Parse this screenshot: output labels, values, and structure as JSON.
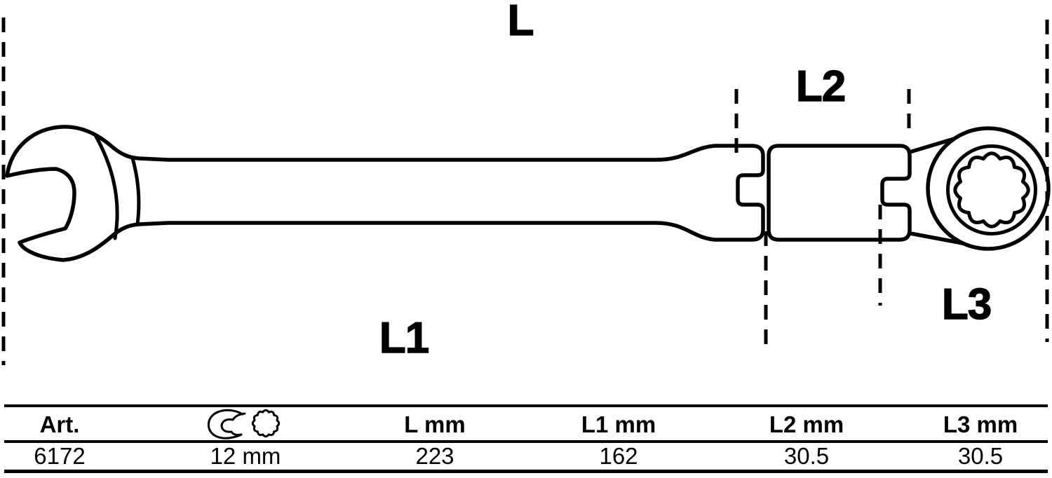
{
  "diagram": {
    "type": "technical-drawing",
    "subject": "flexible-head ratchet combination wrench",
    "line_color": "#000000",
    "background": "#ffffff",
    "dimension_labels": {
      "l": "L",
      "l1": "L1",
      "l2": "L2",
      "l3": "L3"
    }
  },
  "table": {
    "columns": [
      {
        "key": "art",
        "label": "Art."
      },
      {
        "key": "size",
        "label": "",
        "icons": [
          "open-end-wrench-icon",
          "twelve-point-ring-icon"
        ]
      },
      {
        "key": "l",
        "label": "L mm"
      },
      {
        "key": "l1",
        "label": "L1 mm"
      },
      {
        "key": "l2",
        "label": "L2 mm"
      },
      {
        "key": "l3",
        "label": "L3 mm"
      }
    ],
    "row": {
      "art": "6172",
      "size": "12 mm",
      "l": "223",
      "l1": "162",
      "l2": "30.5",
      "l3": "30.5"
    }
  }
}
